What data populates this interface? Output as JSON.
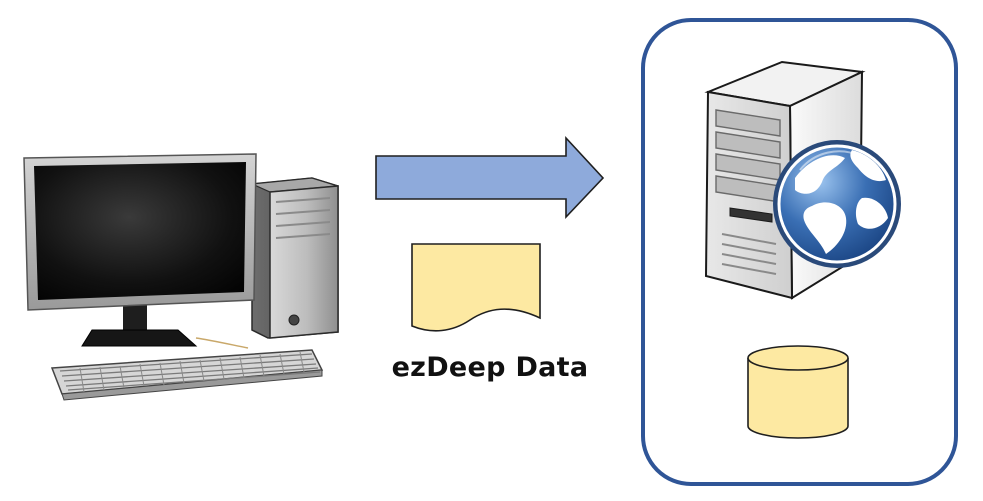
{
  "diagram": {
    "caption": "ezDeep Data",
    "nodes": [
      {
        "id": "client",
        "icon": "desktop-computer-icon"
      },
      {
        "id": "document",
        "icon": "document-icon"
      },
      {
        "id": "server",
        "icon": "web-server-icon"
      },
      {
        "id": "database",
        "icon": "database-cylinder-icon"
      }
    ],
    "edges": [
      {
        "from": "client",
        "to": "server",
        "icon": "right-arrow-icon"
      }
    ]
  },
  "colors": {
    "arrow_fill": "#8eaadb",
    "arrow_stroke": "#1f1f1f",
    "document_fill": "#fde9a2",
    "database_fill": "#fde9a2",
    "server_frame": "#2f5597",
    "globe_ocean": "#3a6fb4",
    "globe_land": "#ffffff"
  }
}
